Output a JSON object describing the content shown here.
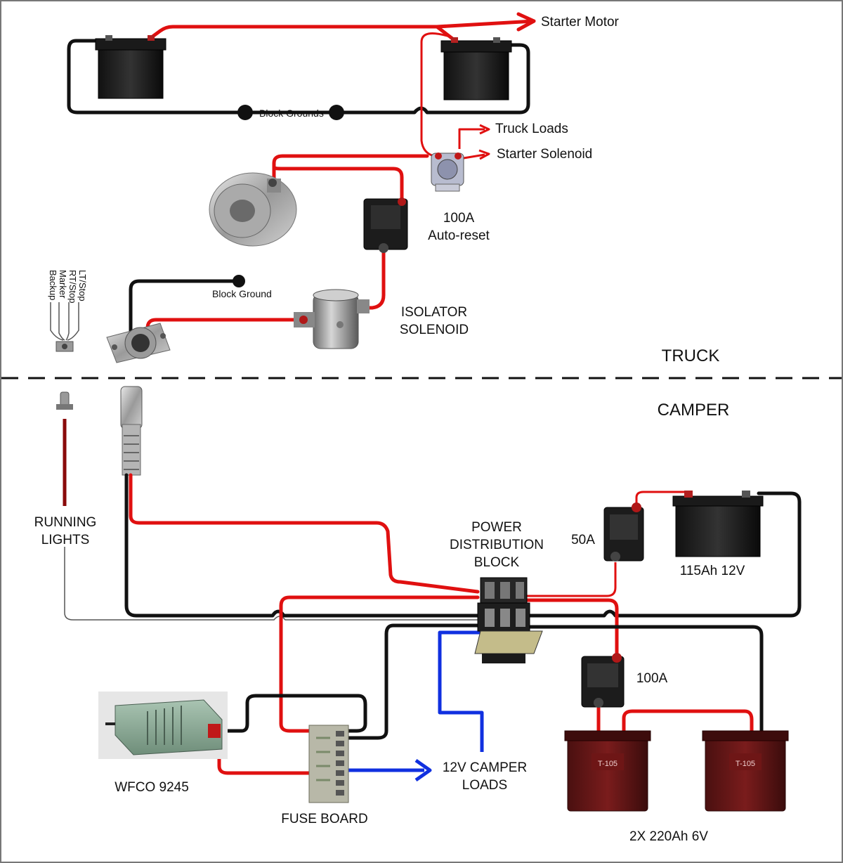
{
  "labels": {
    "starter_motor": "Starter Motor",
    "block_grounds": "Block Grounds",
    "truck_loads": "Truck Loads",
    "starter_solenoid": "Starter Solenoid",
    "breaker_100a_line1": "100A",
    "breaker_100a_line2": "Auto-reset",
    "block_ground": "Block Ground",
    "isolator_line1": "ISOLATOR",
    "isolator_line2": "SOLENOID",
    "truck": "TRUCK",
    "camper": "CAMPER",
    "running_lights_line1": "RUNNING",
    "running_lights_line2": "LIGHTS",
    "pdb_line1": "POWER",
    "pdb_line2": "DISTRIBUTION",
    "pdb_line3": "BLOCK",
    "breaker_50a": "50A",
    "battery_115": "115Ah 12V",
    "breaker_100a_camper": "100A",
    "wfco": "WFCO 9245",
    "fuse_board": "FUSE BOARD",
    "loads_line1": "12V CAMPER",
    "loads_line2": "LOADS",
    "batteries_6v": "2X 220Ah 6V",
    "battery_brand": "T-105"
  },
  "trailer_pins": [
    "LT/Stop",
    "RT/Stop",
    "Marker",
    "Backup"
  ],
  "colors": {
    "positive_wire": "#e01010",
    "ground_wire": "#111111",
    "load_wire": "#1030e0",
    "running_light_wire": "#8a0a0a",
    "divider": "#111111"
  }
}
